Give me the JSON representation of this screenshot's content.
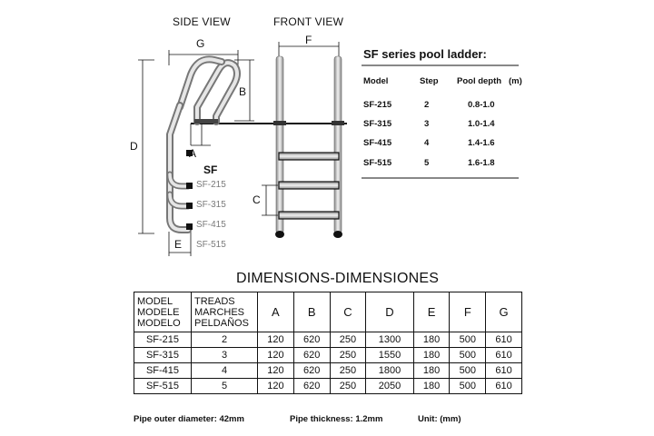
{
  "side_view": {
    "title": "SIDE VIEW",
    "label_G": "G",
    "label_B": "B",
    "label_D": "D",
    "label_A": "A",
    "label_E": "E",
    "series": "SF",
    "models": [
      "SF-215",
      "SF-315",
      "SF-415",
      "SF-515"
    ]
  },
  "front_view": {
    "title": "FRONT VIEW",
    "label_F": "F",
    "label_C": "C"
  },
  "series_table": {
    "title": "SF series pool ladder:",
    "headers": {
      "model": "Model",
      "step": "Step",
      "depth": "Pool depth",
      "unit": "(m)"
    },
    "rows": [
      {
        "model": "SF-215",
        "step": "2",
        "depth": "0.8-1.0"
      },
      {
        "model": "SF-315",
        "step": "3",
        "depth": "1.0-1.4"
      },
      {
        "model": "SF-415",
        "step": "4",
        "depth": "1.4-1.6"
      },
      {
        "model": "SF-515",
        "step": "5",
        "depth": "1.6-1.8"
      }
    ]
  },
  "dimensions": {
    "title": "DIMENSIONS-DIMENSIONES",
    "head_model": [
      "MODEL",
      "MODELE",
      "MODELO"
    ],
    "head_treads": [
      "TREADS",
      "MARCHES",
      "PELDAÑOS"
    ],
    "columns": [
      "A",
      "B",
      "C",
      "D",
      "E",
      "F",
      "G"
    ],
    "rows": [
      {
        "model": "SF-215",
        "treads": "2",
        "A": "120",
        "B": "620",
        "C": "250",
        "D": "1300",
        "E": "180",
        "F": "500",
        "G": "610"
      },
      {
        "model": "SF-315",
        "treads": "3",
        "A": "120",
        "B": "620",
        "C": "250",
        "D": "1550",
        "E": "180",
        "F": "500",
        "G": "610"
      },
      {
        "model": "SF-415",
        "treads": "4",
        "A": "120",
        "B": "620",
        "C": "250",
        "D": "1800",
        "E": "180",
        "F": "500",
        "G": "610"
      },
      {
        "model": "SF-515",
        "treads": "5",
        "A": "120",
        "B": "620",
        "C": "250",
        "D": "2050",
        "E": "180",
        "F": "500",
        "G": "610"
      }
    ]
  },
  "footer": {
    "pipe_diameter": "Pipe outer diameter: 42mm",
    "pipe_thickness": "Pipe  thickness: 1.2mm",
    "unit": "Unit: (mm)"
  }
}
